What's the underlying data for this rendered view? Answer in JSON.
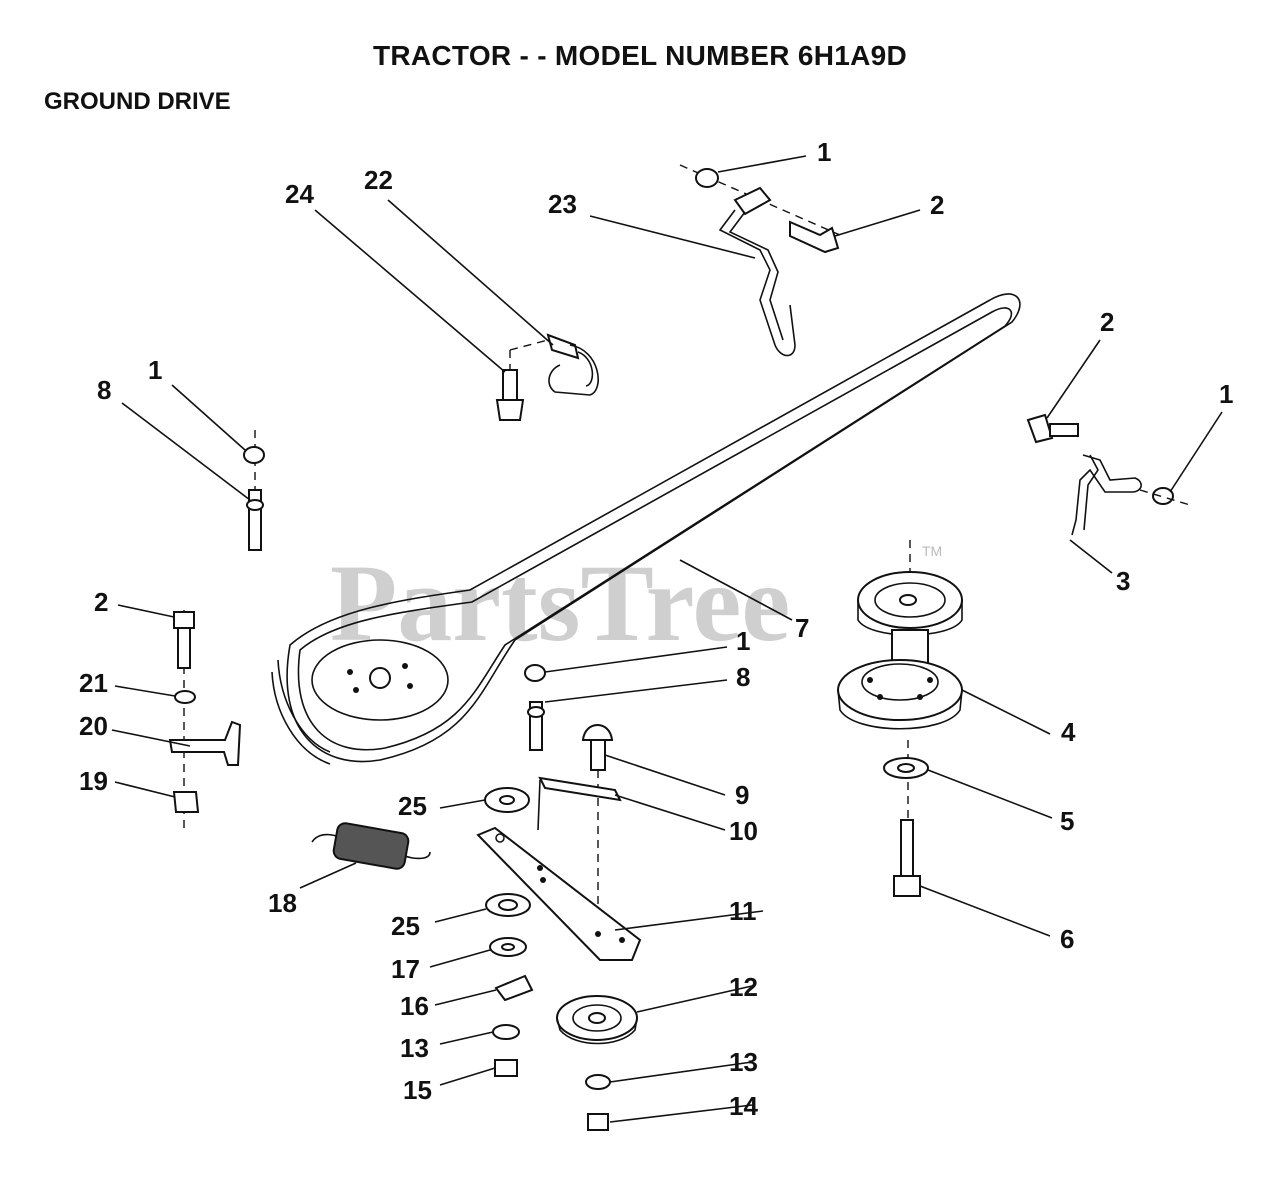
{
  "title": "TRACTOR - - MODEL NUMBER 6H1A9D",
  "section": "GROUND DRIVE",
  "watermark": {
    "text": "PartsTree",
    "mark": "TM"
  },
  "colors": {
    "ink": "#111111",
    "watermark": "#cfcfcf",
    "background": "#ffffff"
  },
  "callouts": [
    {
      "id": "c-1a",
      "label": "1"
    },
    {
      "id": "c-2a",
      "label": "2"
    },
    {
      "id": "c-23",
      "label": "23"
    },
    {
      "id": "c-24",
      "label": "24"
    },
    {
      "id": "c-22",
      "label": "22"
    },
    {
      "id": "c-2b",
      "label": "2"
    },
    {
      "id": "c-1b",
      "label": "1"
    },
    {
      "id": "c-1c",
      "label": "1"
    },
    {
      "id": "c-8a",
      "label": "8"
    },
    {
      "id": "c-3",
      "label": "3"
    },
    {
      "id": "c-7",
      "label": "7"
    },
    {
      "id": "c-2c",
      "label": "2"
    },
    {
      "id": "c-1d",
      "label": "1"
    },
    {
      "id": "c-8b",
      "label": "8"
    },
    {
      "id": "c-21",
      "label": "21"
    },
    {
      "id": "c-20",
      "label": "20"
    },
    {
      "id": "c-4",
      "label": "4"
    },
    {
      "id": "c-19",
      "label": "19"
    },
    {
      "id": "c-9",
      "label": "9"
    },
    {
      "id": "c-25a",
      "label": "25"
    },
    {
      "id": "c-10",
      "label": "10"
    },
    {
      "id": "c-5",
      "label": "5"
    },
    {
      "id": "c-18",
      "label": "18"
    },
    {
      "id": "c-11",
      "label": "11"
    },
    {
      "id": "c-25b",
      "label": "25"
    },
    {
      "id": "c-6",
      "label": "6"
    },
    {
      "id": "c-17",
      "label": "17"
    },
    {
      "id": "c-12",
      "label": "12"
    },
    {
      "id": "c-16",
      "label": "16"
    },
    {
      "id": "c-13a",
      "label": "13"
    },
    {
      "id": "c-13b",
      "label": "13"
    },
    {
      "id": "c-15",
      "label": "15"
    },
    {
      "id": "c-14",
      "label": "14"
    }
  ]
}
